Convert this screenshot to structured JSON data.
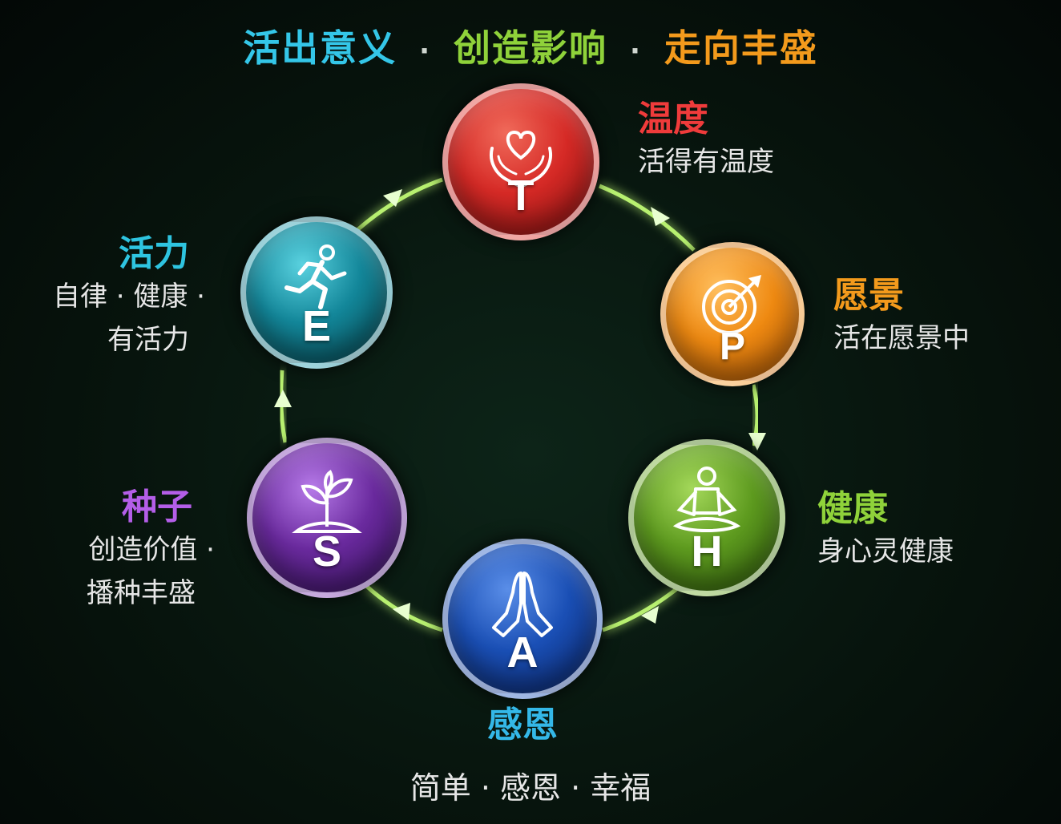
{
  "header": {
    "p1": "活出意义",
    "p2": "创造影响",
    "p3": "走向丰盛",
    "sep": "·",
    "colors": {
      "p1": "#34c6e8",
      "p2": "#8fd23a",
      "p3": "#f39a1c"
    }
  },
  "nodes": [
    {
      "key": "T",
      "letter": "T",
      "icon": "heart-hands-icon",
      "title": "温度",
      "desc1": "活得有温度",
      "desc2": "",
      "color": "#d62a26",
      "title_color": "#ef3b3b"
    },
    {
      "key": "P",
      "letter": "P",
      "icon": "target-arrow-icon",
      "title": "愿景",
      "desc1": "活在愿景中",
      "desc2": "",
      "color": "#ef8a12",
      "title_color": "#f39a1c"
    },
    {
      "key": "H",
      "letter": "H",
      "icon": "meditation-icon",
      "title": "健康",
      "desc1": "身心灵健康",
      "desc2": "",
      "color": "#5e9b1f",
      "title_color": "#8fd23a"
    },
    {
      "key": "A",
      "letter": "A",
      "icon": "praying-hands-icon",
      "title": "感恩",
      "desc1": "",
      "desc2": "",
      "color": "#1a4fb5",
      "title_color": "#34b8e8"
    },
    {
      "key": "S",
      "letter": "S",
      "icon": "sprout-icon",
      "title": "种子",
      "desc1": "创造价值 ·",
      "desc2": "播种丰盛",
      "color": "#6a2a9e",
      "title_color": "#b45ee8"
    },
    {
      "key": "E",
      "letter": "E",
      "icon": "running-person-icon",
      "title": "活力",
      "desc1": "自律 · 健康 ·",
      "desc2": "有活力",
      "color": "#13879a",
      "title_color": "#2ec4e0"
    }
  ],
  "footer": {
    "text": "简单 · 感恩 · 幸福"
  },
  "ring_color": "#b8f070"
}
